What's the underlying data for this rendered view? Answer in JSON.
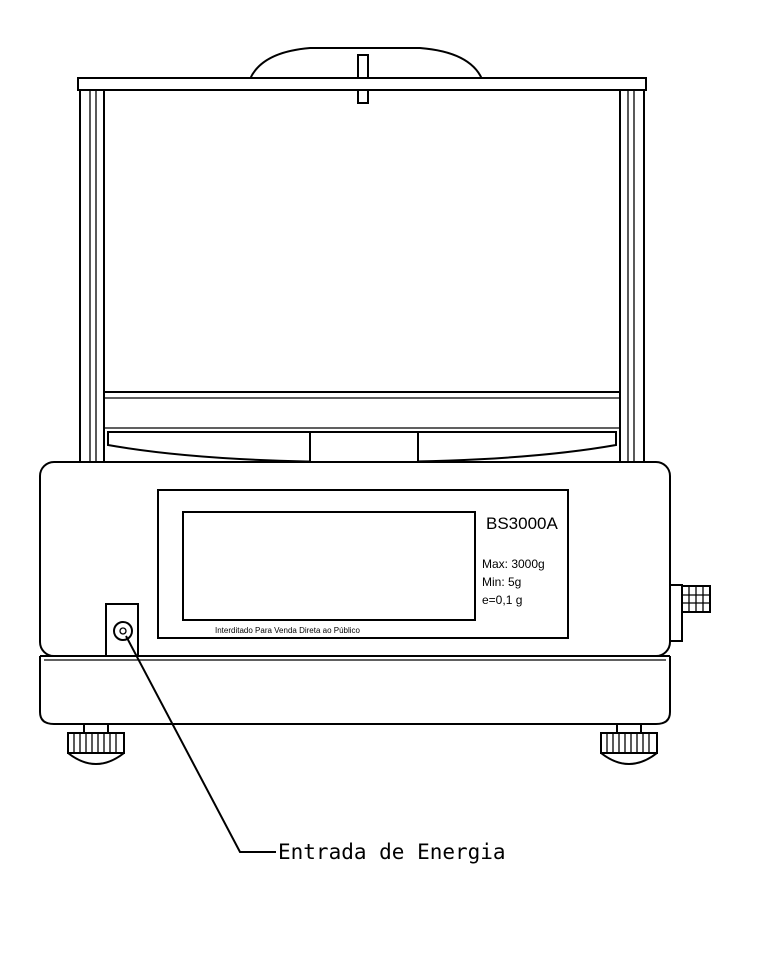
{
  "label_panel": {
    "model": "BS3000A",
    "spec_max": "Max: 3000g",
    "spec_min": "Min: 5g",
    "spec_e": "e=0,1 g",
    "notice": "Interditado Para Venda Direta ao Público"
  },
  "callout": {
    "text": "Entrada de Energia"
  }
}
